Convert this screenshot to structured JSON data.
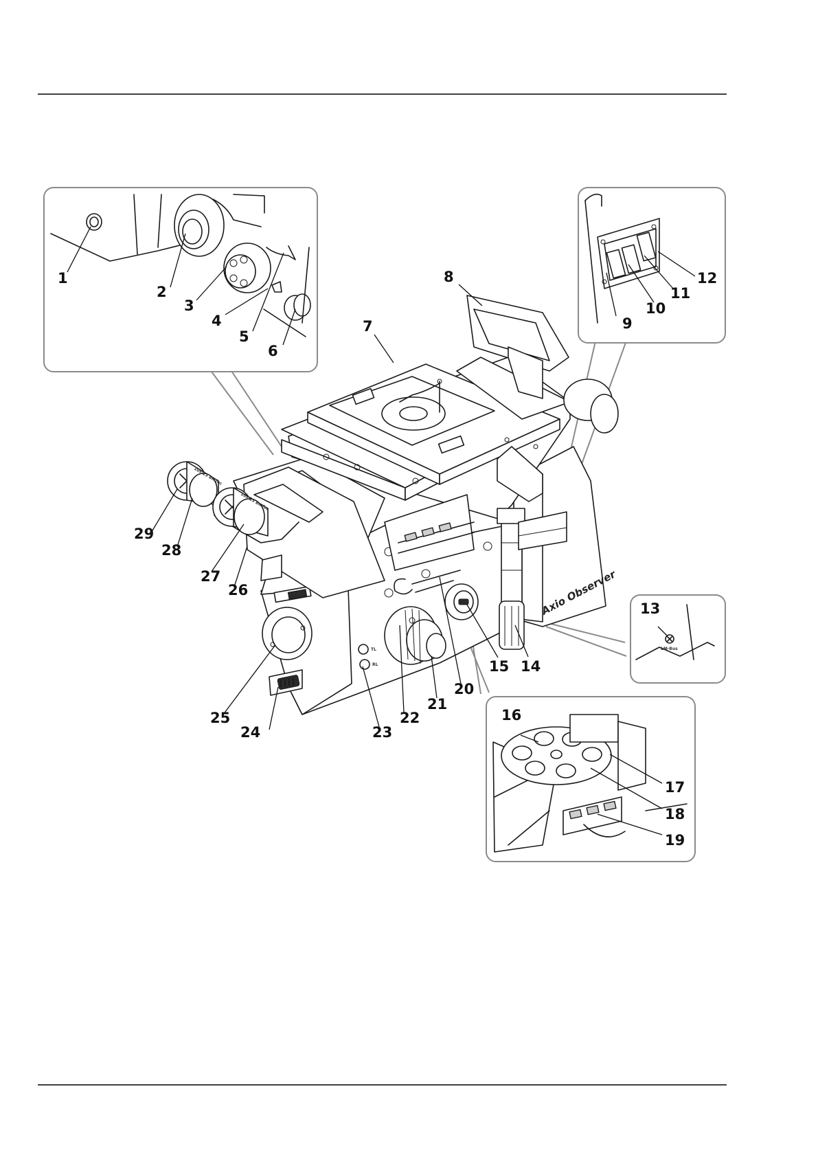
{
  "figure": {
    "brand_label": "Axio Observer",
    "device_icon_text": "LM-Bus",
    "eyepiece_engraving": "10x/23 Br. foc",
    "mode_switch_labels": [
      "TL",
      "RL"
    ],
    "callouts": [
      "1",
      "2",
      "3",
      "4",
      "5",
      "6",
      "7",
      "8",
      "9",
      "10",
      "11",
      "12",
      "13",
      "14",
      "15",
      "16",
      "17",
      "18",
      "19",
      "20",
      "21",
      "22",
      "23",
      "24",
      "25",
      "26",
      "27",
      "28",
      "29"
    ]
  },
  "colors": {
    "ink": "#1a1a1a",
    "frame": "#8a8a8a",
    "shade": "#cfcfcf",
    "rule": "#000000"
  }
}
